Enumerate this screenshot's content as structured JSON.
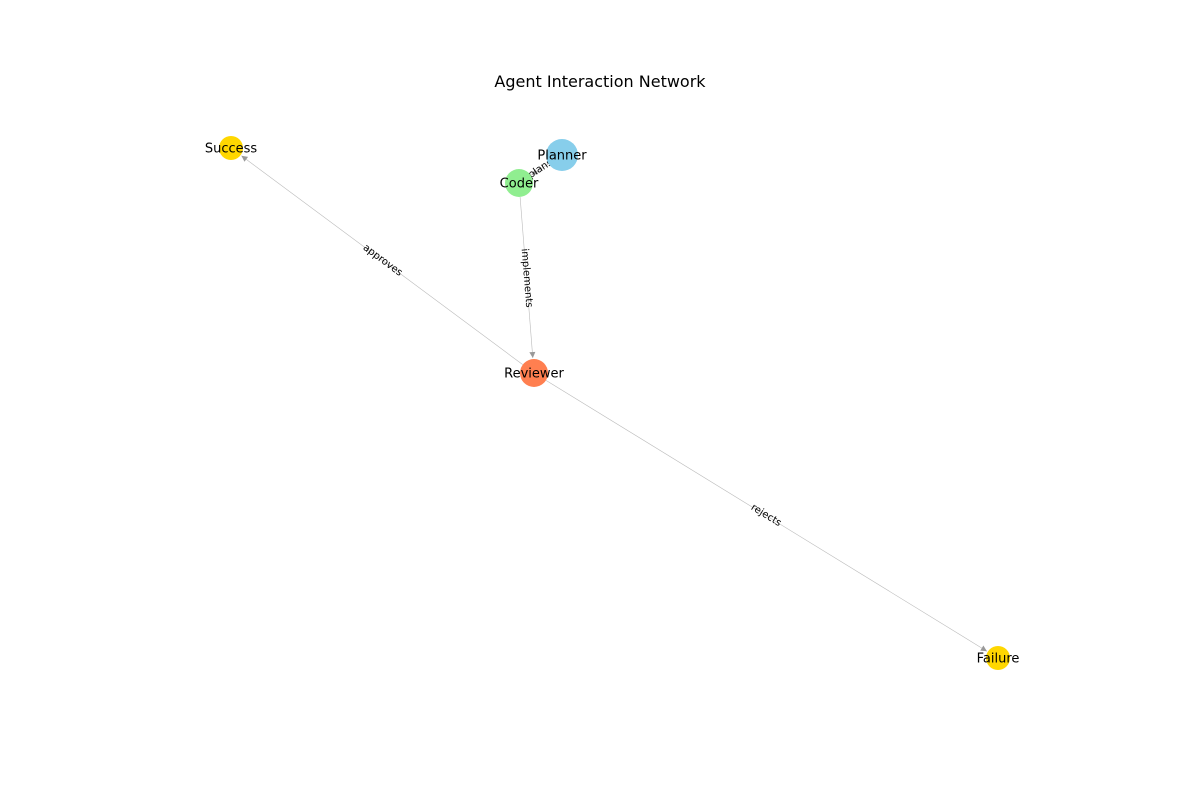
{
  "title": "Agent Interaction Network",
  "nodes": [
    {
      "id": "Planner",
      "label": "Planner",
      "color": "#87CEEB"
    },
    {
      "id": "Coder",
      "label": "Coder",
      "color": "#90EE90"
    },
    {
      "id": "Reviewer",
      "label": "Reviewer",
      "color": "#FF7F50"
    },
    {
      "id": "Success",
      "label": "Success",
      "color": "#FFD700"
    },
    {
      "id": "Failure",
      "label": "Failure",
      "color": "#FFD700"
    }
  ],
  "edges": [
    {
      "from": "Planner",
      "to": "Coder",
      "label": "plans"
    },
    {
      "from": "Coder",
      "to": "Reviewer",
      "label": "implements"
    },
    {
      "from": "Reviewer",
      "to": "Success",
      "label": "approves"
    },
    {
      "from": "Reviewer",
      "to": "Failure",
      "label": "rejects"
    }
  ],
  "colors": {
    "edge": "#bbbbbb",
    "arrow": "#999999"
  }
}
